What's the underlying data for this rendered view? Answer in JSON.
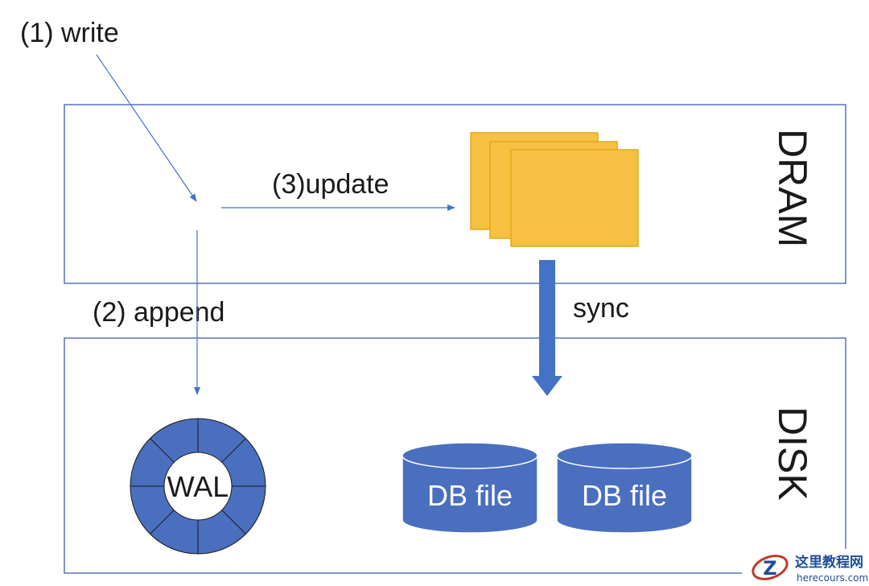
{
  "diagram": {
    "labels": {
      "write": "(1) write",
      "update": "(3)update",
      "append": "(2) append",
      "sync": "sync",
      "dram": "DRAM",
      "disk": "DISK",
      "wal": "WAL",
      "db_file_1": "DB file",
      "db_file_2": "DB file"
    },
    "watermark": {
      "title": "这里教程网",
      "url": "herecours.com"
    },
    "colors": {
      "frame": "#5a73b8",
      "arrow": "#4472c4",
      "page_fill": "#f6c142",
      "page_stroke": "#e6a817",
      "disk_fill": "#4a6fbf",
      "text": "#1a1a1a",
      "watermark_red": "#c0392b",
      "watermark_blue": "#1f4e9a"
    }
  }
}
